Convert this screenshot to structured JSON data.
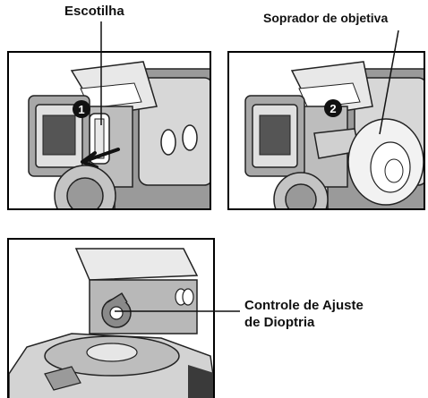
{
  "labels": {
    "escotilha": "Escotilha",
    "soprador": "Soprador de objetiva",
    "controle_line1": "Controle de Ajuste",
    "controle_line2": "de Dioptria"
  },
  "steps": {
    "step1": "1",
    "step2": "2"
  },
  "colors": {
    "ink": "#111111",
    "gray_dark": "#3a3a3a",
    "gray_mid": "#8a8a8a",
    "gray_light": "#bdbdbd",
    "screen": "#555555"
  }
}
